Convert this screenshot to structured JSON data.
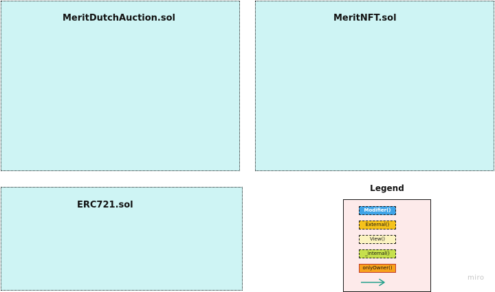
{
  "contracts": {
    "auction": {
      "title": "MeritDutchAuction.sol"
    },
    "nft": {
      "title": "MeritNFT.sol"
    },
    "erc721": {
      "title": "ERC721.sol"
    }
  },
  "legend": {
    "title": "Legend",
    "items": [
      {
        "label": "Modifier()",
        "fill": "#3fa3e6",
        "border": "dashed"
      },
      {
        "label": "External()",
        "fill": "#f5c21b",
        "border": "dashed"
      },
      {
        "label": "View()",
        "fill": "#fbf3c0",
        "border": "dashed"
      },
      {
        "label": "_internal()",
        "fill": "#c6e04c",
        "border": "dashed"
      },
      {
        "label": "onlyOwner()",
        "fill": "#f7a21c",
        "border": "solid"
      }
    ],
    "arrow_icon": "arrow-right-icon",
    "arrow_color": "#1f9e89"
  },
  "watermark": "miro",
  "colors": {
    "contract_fill": "#cef4f4",
    "legend_fill": "#fdeaea"
  }
}
